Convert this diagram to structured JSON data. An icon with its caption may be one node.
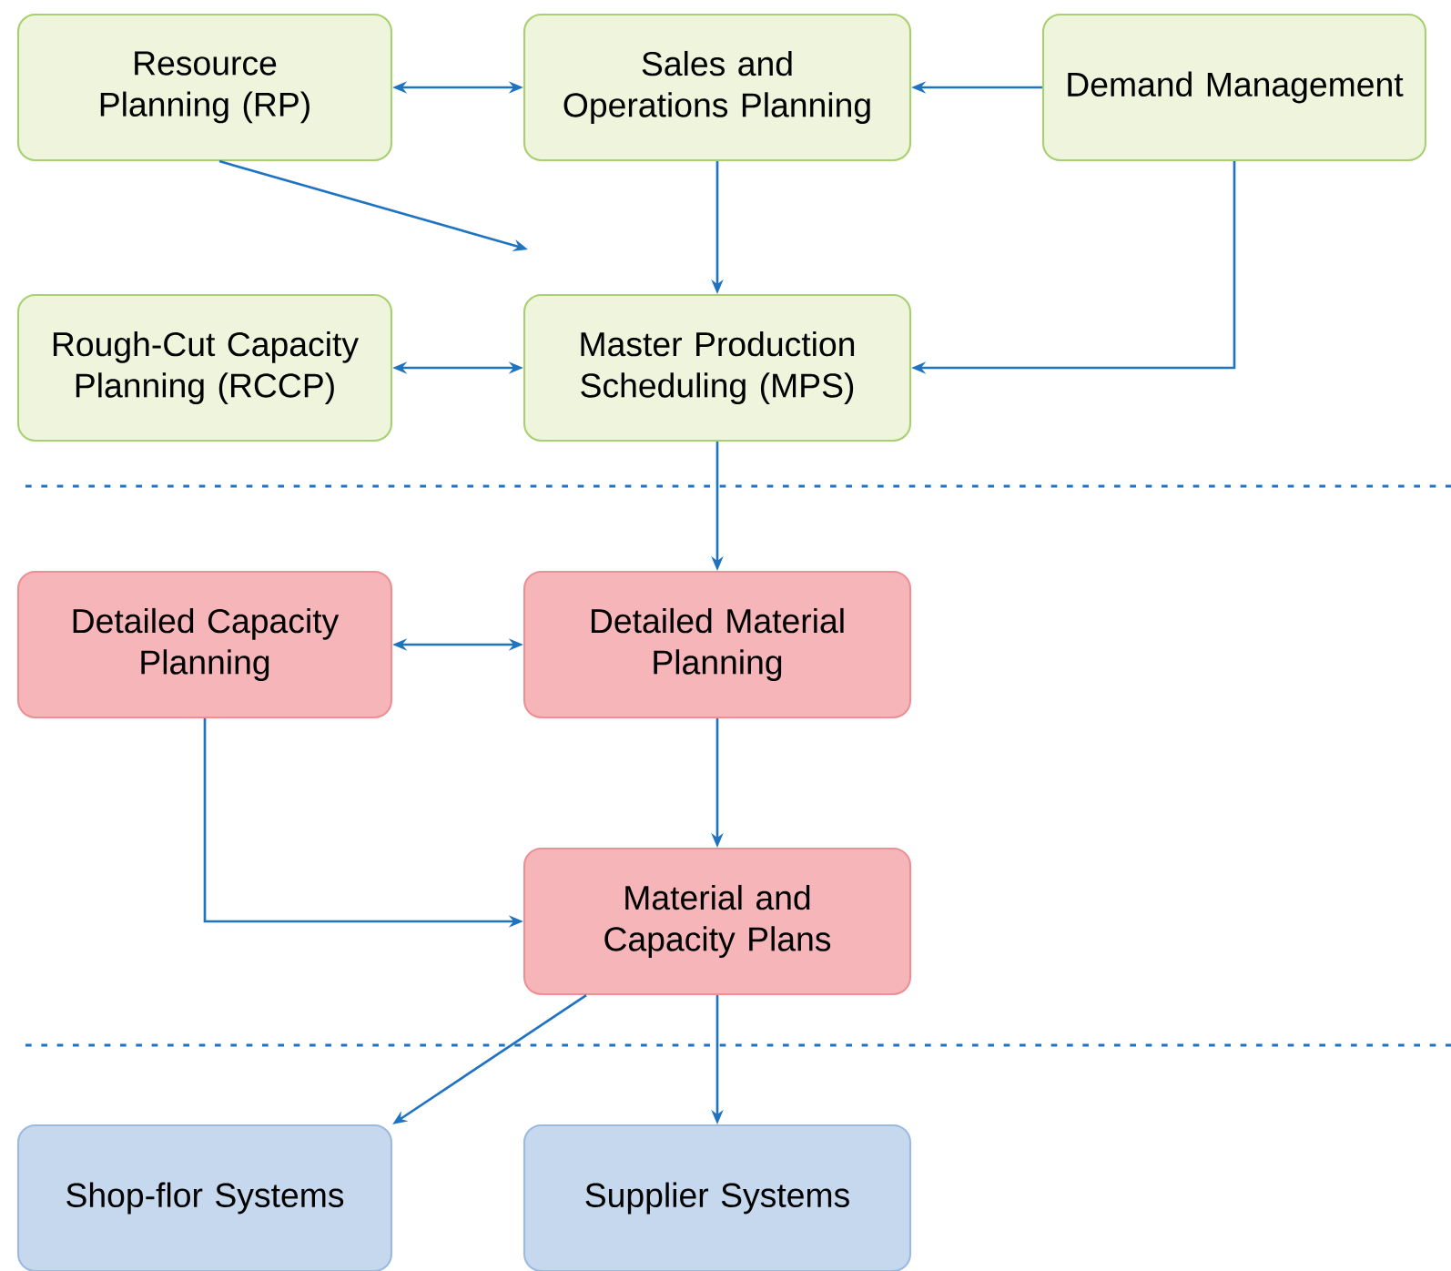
{
  "diagram": {
    "nodes": [
      {
        "text": [
          "Resource Planning (RP)"
        ]
      },
      {
        "text": [
          "Sales and Operations Planning"
        ]
      },
      {
        "text": [
          "Demand Management"
        ]
      },
      {
        "text": [
          "Rough-Cut Capacity Planning (RCCP)"
        ]
      },
      {
        "text": [
          "Master Production Scheduling (MPS)"
        ]
      },
      {
        "text": [
          "Detailed Capacity Planning"
        ]
      },
      {
        "text": [
          "Detailed Material Planning"
        ]
      },
      {
        "text": [
          "Material and Capacity Plans"
        ]
      },
      {
        "text": [
          "Shop-flor Systems"
        ]
      },
      {
        "text": [
          "Supplier Systems"
        ]
      }
    ],
    "edges": [
      {
        "from": 0,
        "to": 1,
        "arrow": "both"
      },
      {
        "from": 2,
        "to": 1,
        "arrow": "to"
      },
      {
        "from": 0,
        "to": null,
        "arrow": "to"
      },
      {
        "from": 1,
        "to": 4,
        "arrow": "to"
      },
      {
        "from": 2,
        "to": 4,
        "arrow": "to"
      },
      {
        "from": 3,
        "to": 4,
        "arrow": "both"
      },
      {
        "from": 4,
        "to": 6,
        "arrow": "to"
      },
      {
        "from": 5,
        "to": 6,
        "arrow": "both"
      },
      {
        "from": 6,
        "to": 7,
        "arrow": "to"
      },
      {
        "from": 5,
        "to": 7,
        "arrow": "to"
      },
      {
        "from": 7,
        "to": 8,
        "arrow": "to"
      },
      {
        "from": 7,
        "to": 9,
        "arrow": "to"
      }
    ]
  }
}
